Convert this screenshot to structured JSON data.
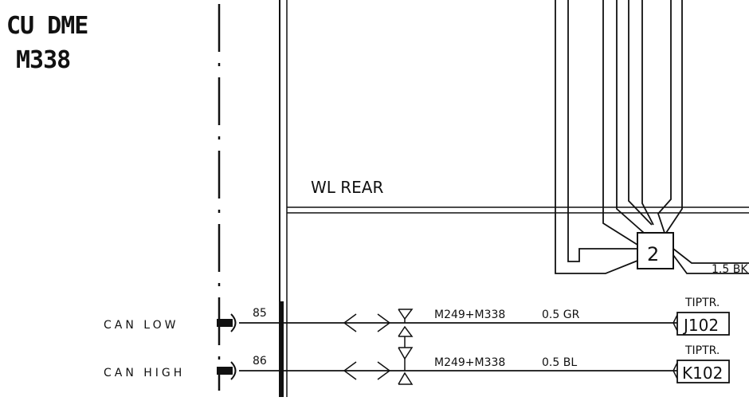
{
  "component": {
    "title_line1": "CU DME",
    "title_line2": "M338"
  },
  "section_label": "WL REAR",
  "splice": {
    "number": "2",
    "wire_label": "1.5 BK"
  },
  "connections": [
    {
      "signal": "CAN  LOW",
      "pin": "85",
      "harness": "M249+M338",
      "wire": "0.5 GR",
      "target_label": "TIPTR.",
      "target": "J102"
    },
    {
      "signal": "CAN  HIGH",
      "pin": "86",
      "harness": "M249+M338",
      "wire": "0.5 BL",
      "target_label": "TIPTR.",
      "target": "K102"
    }
  ]
}
